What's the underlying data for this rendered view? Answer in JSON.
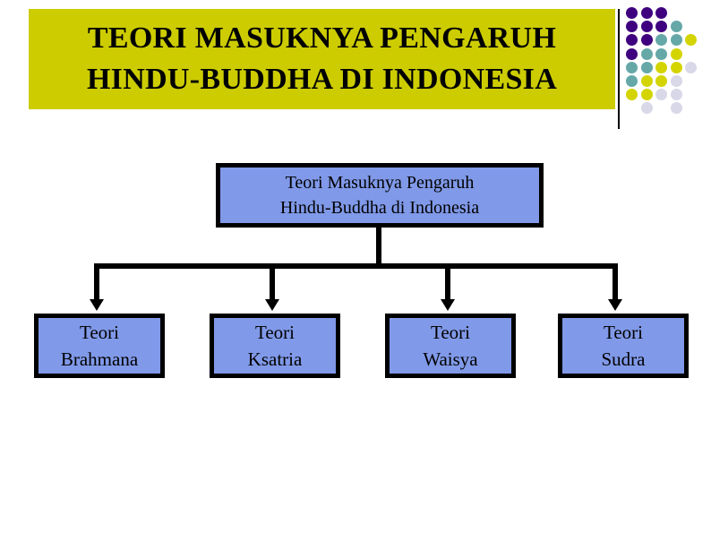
{
  "slide": {
    "title": {
      "lines": [
        "TEORI MASUKNYA PENGARUH",
        "HINDU-BUDDHA DI INDONESIA"
      ],
      "banner_color": "#cccc00",
      "text_color": "#000000"
    },
    "decoration": {
      "name": "dot-grid-decoration",
      "palette": {
        "purple": "#3f0080",
        "teal": "#66a8a8",
        "yellow": "#d4d400",
        "lavender": "#d8d8e8"
      },
      "dots": [
        {
          "col": 0,
          "row": 0,
          "color": "#3f0080"
        },
        {
          "col": 1,
          "row": 0,
          "color": "#3f0080"
        },
        {
          "col": 2,
          "row": 0,
          "color": "#3f0080"
        },
        {
          "col": 0,
          "row": 1,
          "color": "#3f0080"
        },
        {
          "col": 1,
          "row": 1,
          "color": "#3f0080"
        },
        {
          "col": 2,
          "row": 1,
          "color": "#3f0080"
        },
        {
          "col": 3,
          "row": 1,
          "color": "#66a8a8"
        },
        {
          "col": 0,
          "row": 2,
          "color": "#3f0080"
        },
        {
          "col": 1,
          "row": 2,
          "color": "#3f0080"
        },
        {
          "col": 2,
          "row": 2,
          "color": "#66a8a8"
        },
        {
          "col": 3,
          "row": 2,
          "color": "#66a8a8"
        },
        {
          "col": 4,
          "row": 2,
          "color": "#d4d400"
        },
        {
          "col": 0,
          "row": 3,
          "color": "#3f0080"
        },
        {
          "col": 1,
          "row": 3,
          "color": "#66a8a8"
        },
        {
          "col": 2,
          "row": 3,
          "color": "#66a8a8"
        },
        {
          "col": 3,
          "row": 3,
          "color": "#d4d400"
        },
        {
          "col": 0,
          "row": 4,
          "color": "#66a8a8"
        },
        {
          "col": 1,
          "row": 4,
          "color": "#66a8a8"
        },
        {
          "col": 2,
          "row": 4,
          "color": "#d4d400"
        },
        {
          "col": 3,
          "row": 4,
          "color": "#d4d400"
        },
        {
          "col": 4,
          "row": 4,
          "color": "#d8d8e8"
        },
        {
          "col": 0,
          "row": 5,
          "color": "#66a8a8"
        },
        {
          "col": 1,
          "row": 5,
          "color": "#d4d400"
        },
        {
          "col": 2,
          "row": 5,
          "color": "#d4d400"
        },
        {
          "col": 3,
          "row": 5,
          "color": "#d8d8e8"
        },
        {
          "col": 0,
          "row": 6,
          "color": "#d4d400"
        },
        {
          "col": 1,
          "row": 6,
          "color": "#d4d400"
        },
        {
          "col": 2,
          "row": 6,
          "color": "#d8d8e8"
        },
        {
          "col": 3,
          "row": 6,
          "color": "#d8d8e8"
        },
        {
          "col": 1,
          "row": 7,
          "color": "#d8d8e8"
        },
        {
          "col": 3,
          "row": 7,
          "color": "#d8d8e8"
        }
      ]
    },
    "diagram": {
      "type": "tree",
      "node_fill": "#8099e8",
      "node_border": "#000000",
      "root": {
        "lines": [
          "Teori Masuknya Pengaruh",
          "Hindu-Buddha di Indonesia"
        ]
      },
      "children": [
        {
          "lines": [
            "Teori",
            "Brahmana"
          ]
        },
        {
          "lines": [
            "Teori",
            "Ksatria"
          ]
        },
        {
          "lines": [
            "Teori",
            "Waisya"
          ]
        },
        {
          "lines": [
            "Teori",
            "Sudra"
          ]
        }
      ]
    }
  }
}
